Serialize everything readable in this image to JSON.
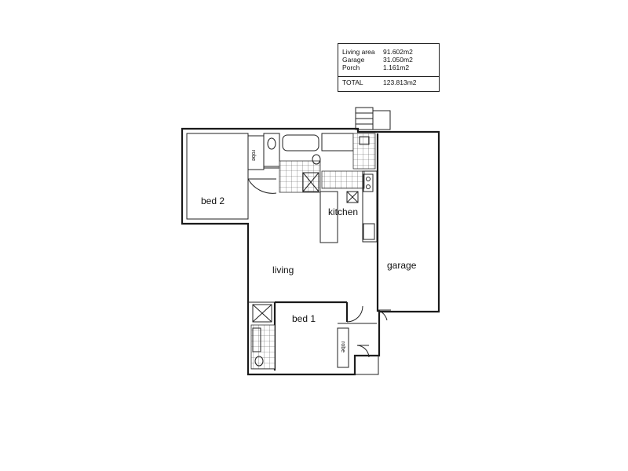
{
  "area_table": {
    "rows": [
      {
        "label": "Living area",
        "value": "91.602m2"
      },
      {
        "label": "Garage",
        "value": "31.050m2"
      },
      {
        "label": "Porch",
        "value": "1.161m2"
      }
    ],
    "total": {
      "label": "TOTAL",
      "value": "123.813m2"
    }
  },
  "rooms": {
    "bed2": "bed 2",
    "kitchen": "kitchen",
    "living": "living",
    "garage": "garage",
    "bed1": "bed 1",
    "robe_top": "robe",
    "robe_bottom": "robe"
  }
}
